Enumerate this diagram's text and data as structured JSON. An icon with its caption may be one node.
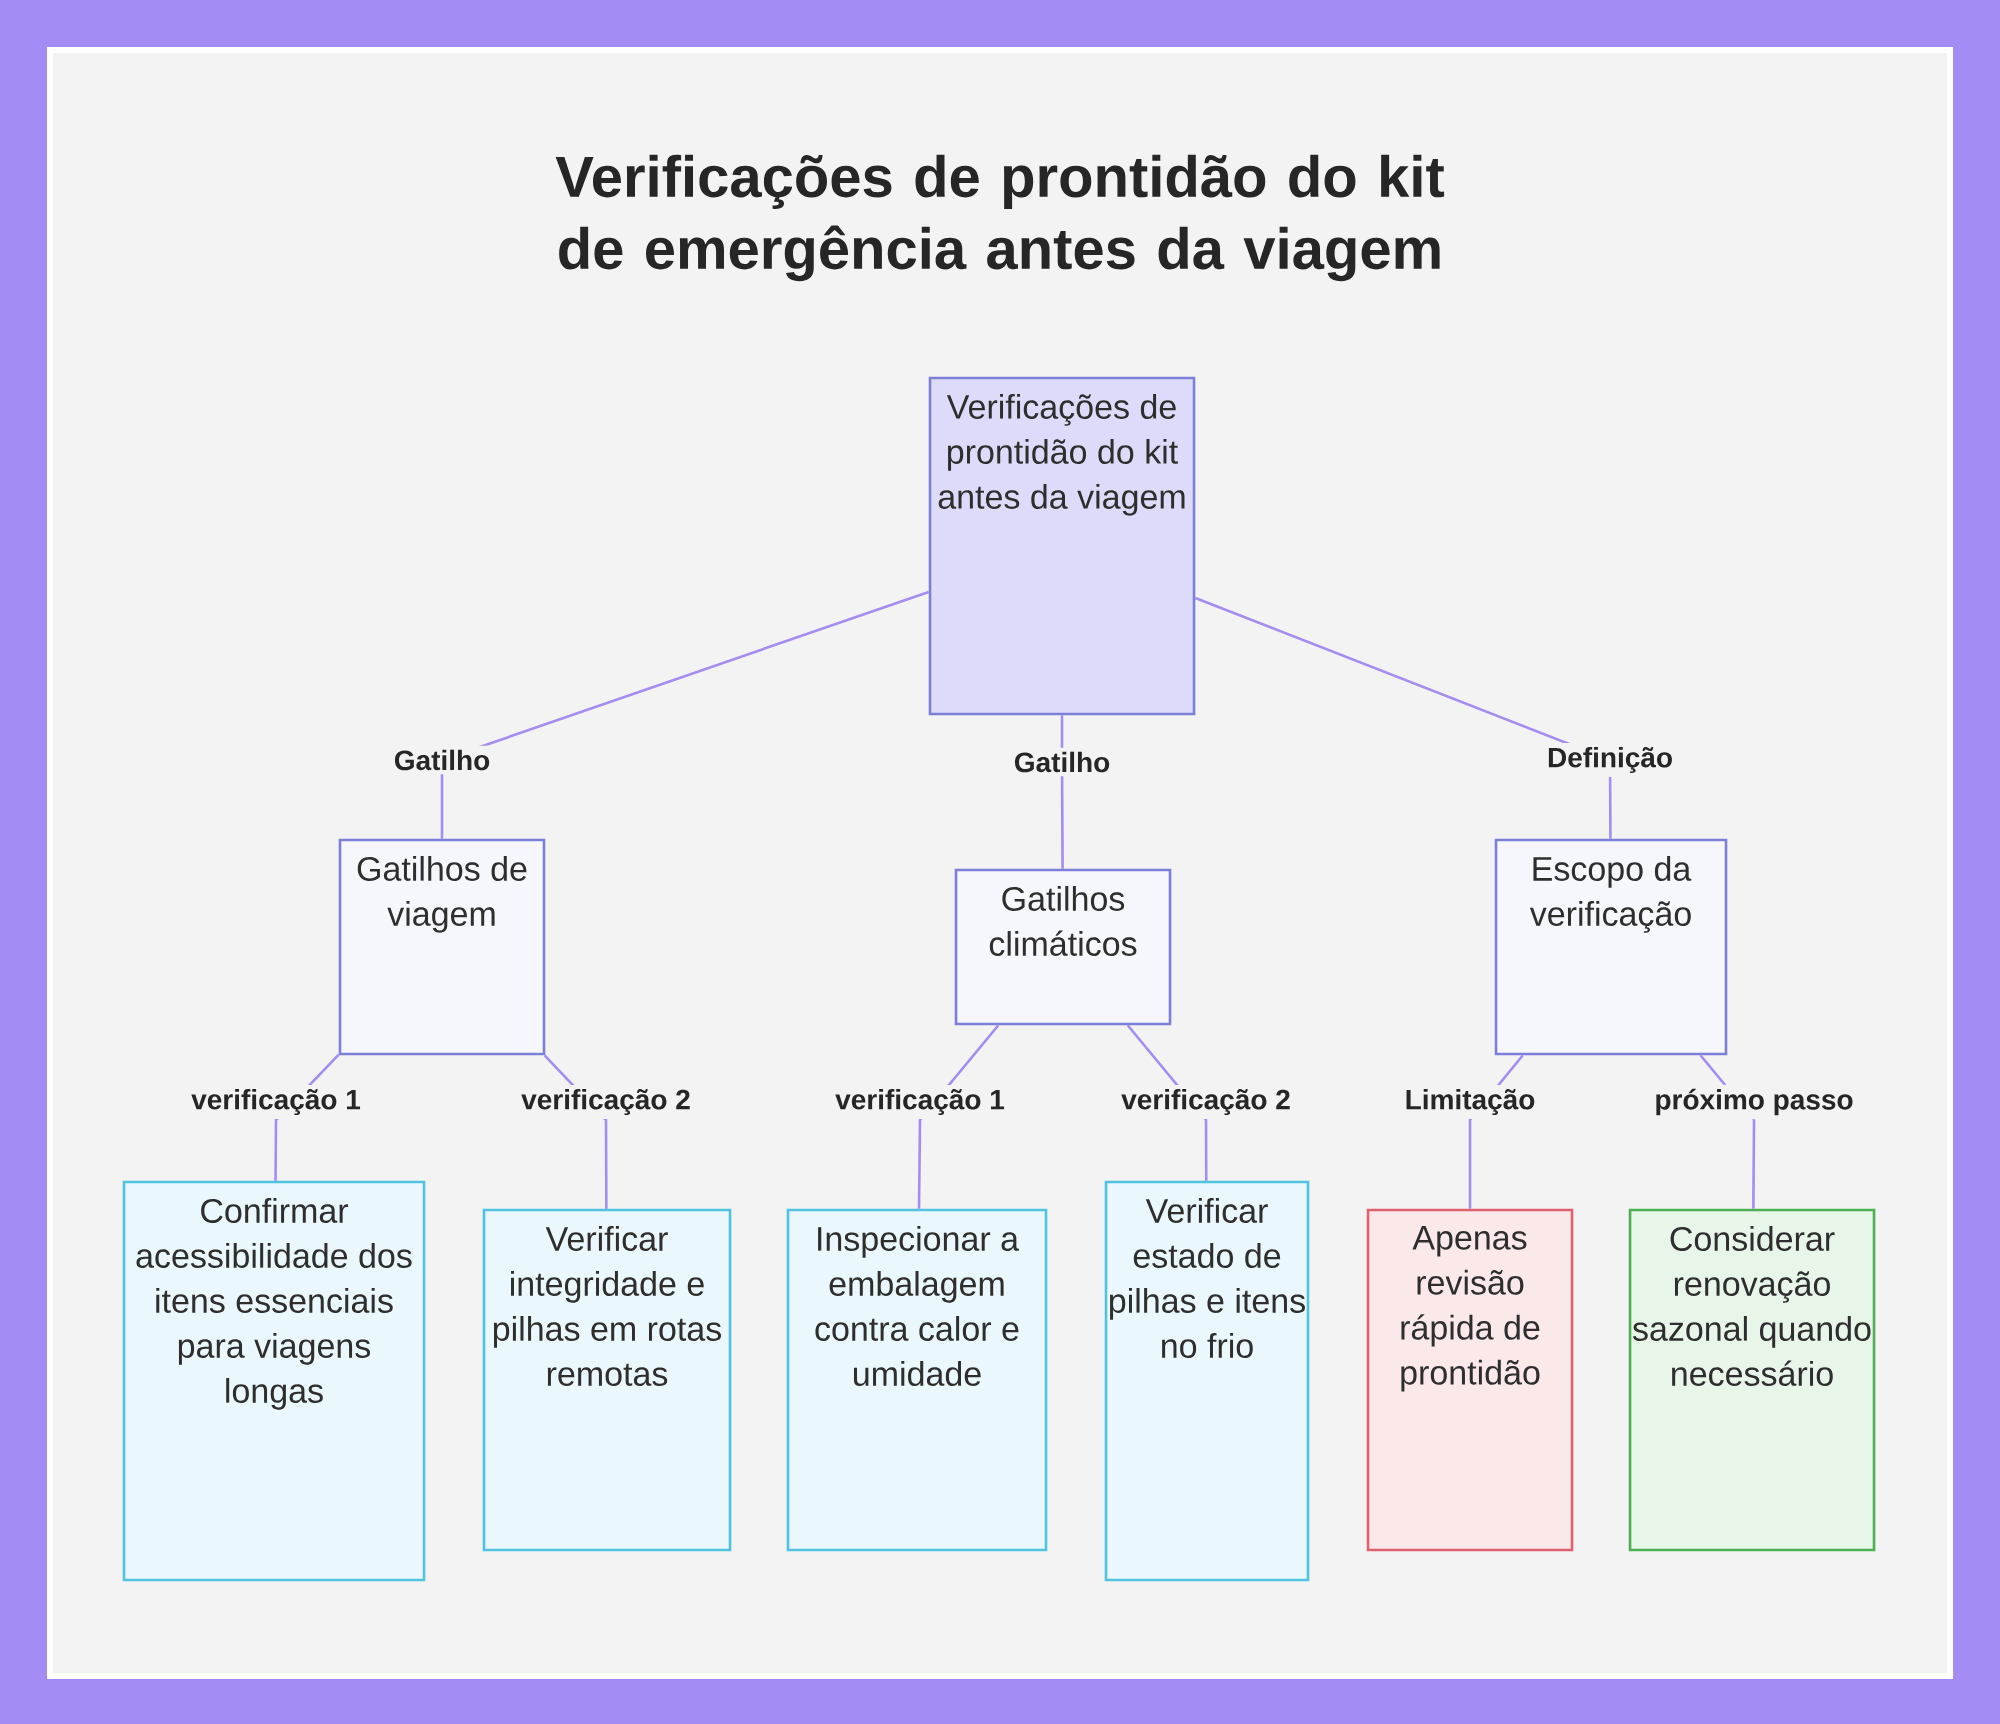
{
  "diagram": {
    "title": "Verificações de prontidão do kit de emergência antes da viagem",
    "nodes": [
      {
        "text": [
          "Verificações de prontidão do kit antes da viagem"
        ]
      },
      {
        "text": [
          "Gatilhos de viagem"
        ]
      },
      {
        "text": [
          "Gatilhos climáticos"
        ]
      },
      {
        "text": [
          "Escopo da verificação"
        ]
      },
      {
        "text": [
          "Confirmar acessibilidade dos itens essenciais para viagens longas"
        ]
      },
      {
        "text": [
          "Verificar integridade e pilhas em rotas remotas"
        ]
      },
      {
        "text": [
          "Inspecionar a embalagem contra calor e umidade"
        ]
      },
      {
        "text": [
          "Verificar estado de pilhas e itens no frio"
        ]
      },
      {
        "text": [
          "Apenas revisão rápida de prontidão"
        ]
      },
      {
        "text": [
          "Considerar renovação sazonal quando necessário"
        ]
      }
    ],
    "edges": [
      {
        "from": 0,
        "to": 1,
        "arrow": "none",
        "label": "Gatilho"
      },
      {
        "from": 0,
        "to": 2,
        "arrow": "none",
        "label": "Gatilho"
      },
      {
        "from": 0,
        "to": 3,
        "arrow": "none",
        "label": "Definição"
      },
      {
        "from": 1,
        "to": 4,
        "arrow": "none",
        "label": "verificação 1"
      },
      {
        "from": 1,
        "to": 5,
        "arrow": "none",
        "label": "verificação 2"
      },
      {
        "from": 2,
        "to": 6,
        "arrow": "none",
        "label": "verificação 1"
      },
      {
        "from": 2,
        "to": 7,
        "arrow": "none",
        "label": "verificação 2"
      },
      {
        "from": 3,
        "to": 8,
        "arrow": "none",
        "label": "Limitação"
      },
      {
        "from": 3,
        "to": 9,
        "arrow": "none",
        "label": "próximo passo"
      }
    ]
  }
}
